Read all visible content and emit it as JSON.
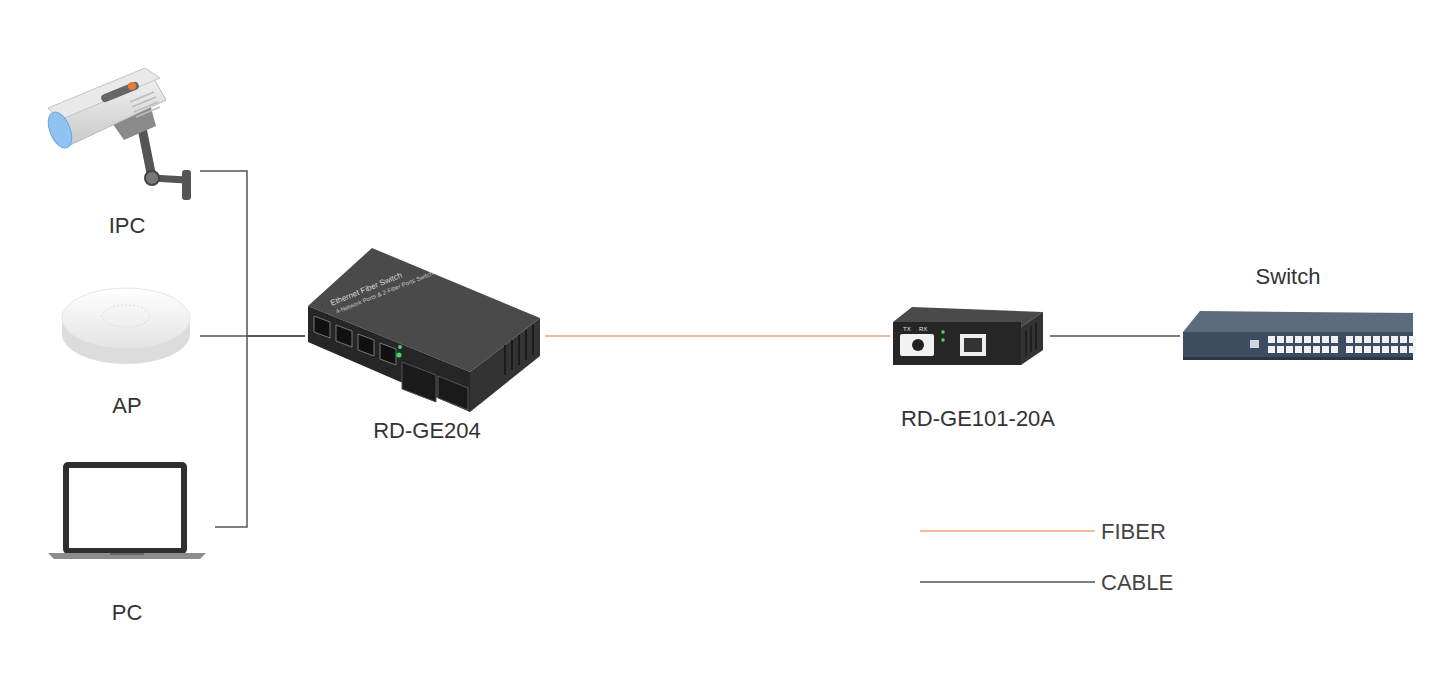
{
  "diagram": {
    "nodes": [
      {
        "text": [
          "IPC"
        ]
      },
      {
        "text": [
          "AP"
        ]
      },
      {
        "text": [
          "PC"
        ]
      },
      {
        "text": [
          "RD-GE204"
        ]
      },
      {
        "text": [
          "RD-GE101-20A"
        ]
      },
      {
        "text": [
          "Switch"
        ]
      }
    ],
    "edges": [
      {
        "from": 0,
        "to": 3,
        "arrow": "none"
      },
      {
        "from": 1,
        "to": 3,
        "arrow": "none"
      },
      {
        "from": 2,
        "to": 3,
        "arrow": "none"
      },
      {
        "from": 3,
        "to": 4,
        "arrow": "none"
      },
      {
        "from": 4,
        "to": 5,
        "arrow": "none"
      }
    ],
    "labels": [
      "Ethernet Fiber Switch",
      "4-Network Ports & 2-Fiber Ports Switch",
      "TX",
      "RX"
    ],
    "legend": [
      {
        "text": "FIBER"
      },
      {
        "text": "CABLE"
      }
    ]
  }
}
